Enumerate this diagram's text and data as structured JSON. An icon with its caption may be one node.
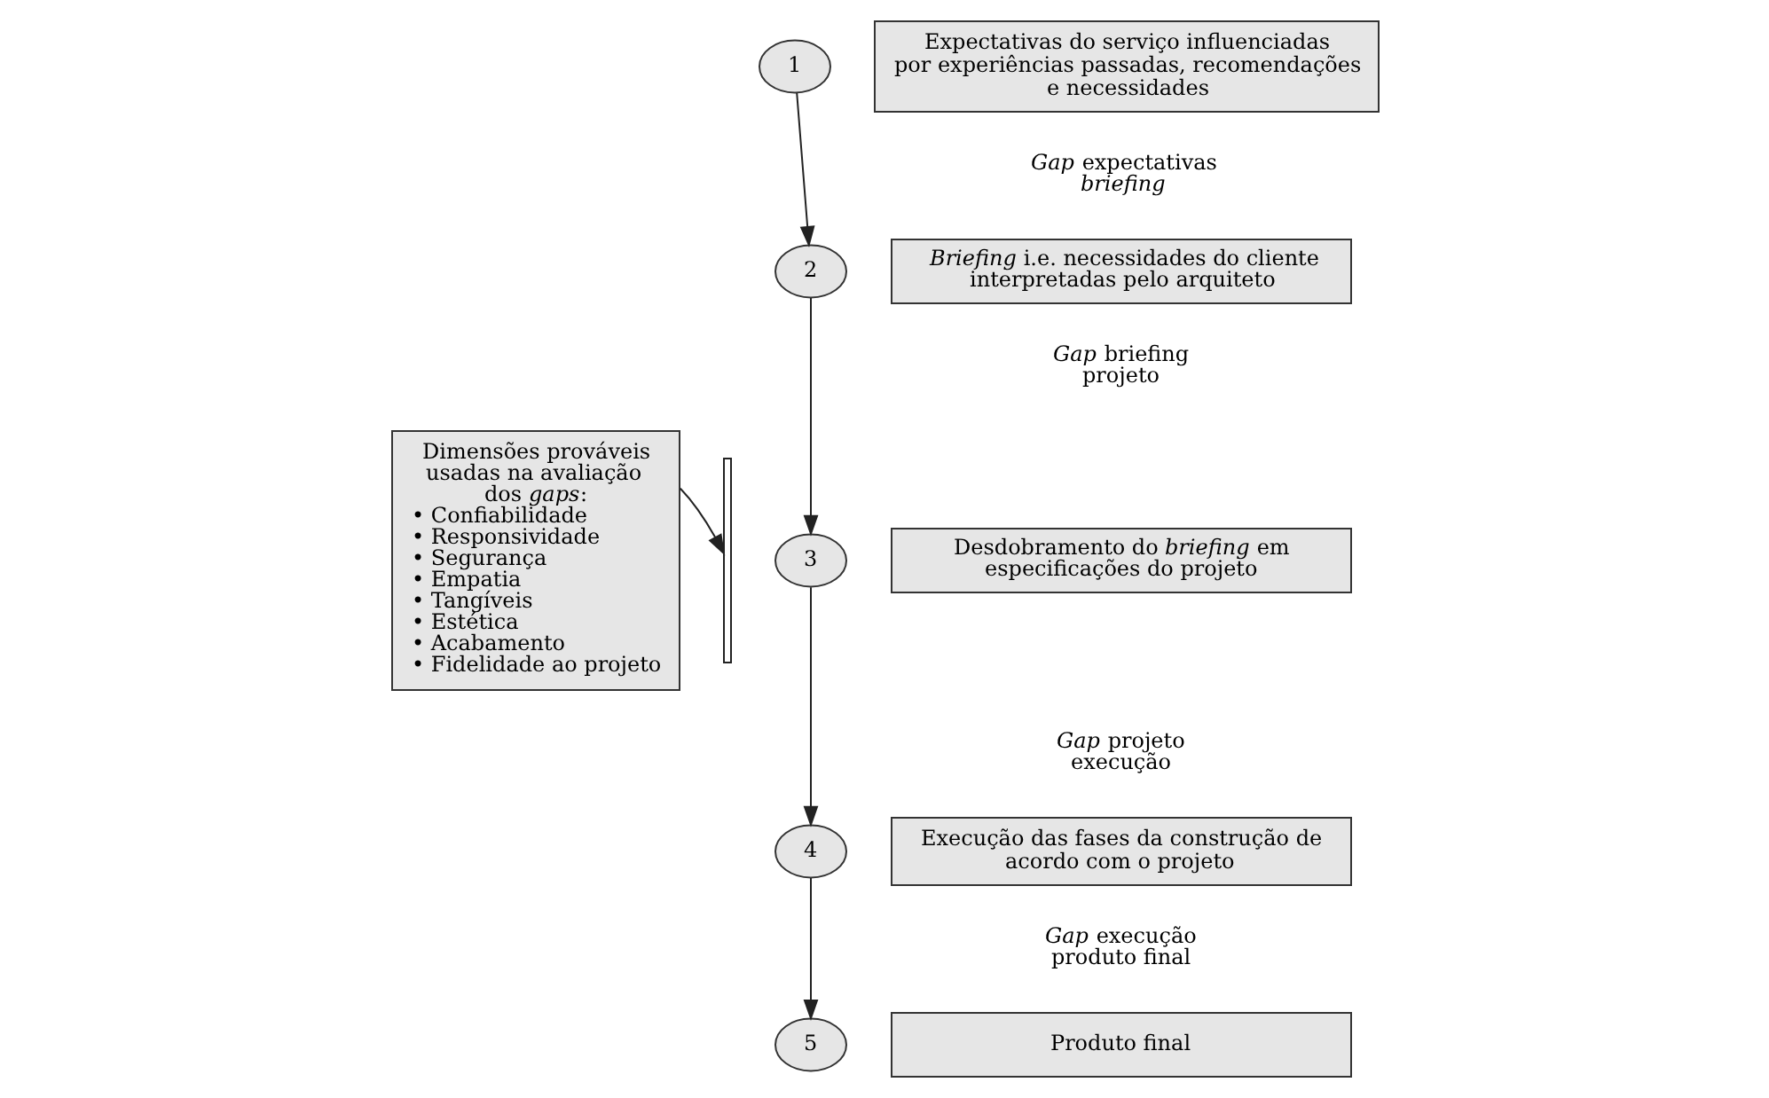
{
  "diagram": {
    "nodes": [
      {
        "text": [
          "Dimensões prováveis usadas na avaliação dos *gaps*:",
          "• Confiabilidade",
          "• Responsividade",
          "• Segurança",
          "• Empatia",
          "• Tangíveis",
          "• Estética",
          "• Acabamento",
          "• Fidelidade ao projeto"
        ]
      },
      {
        "text": [],
        "shape": "bracket"
      },
      {
        "text": [
          "1"
        ]
      },
      {
        "text": [
          "Expectativas do serviço influenciadas por experiências passadas, recomendações e necessidades"
        ]
      },
      {
        "text": [
          "2"
        ]
      },
      {
        "text": [
          "*Briefing* i.e. necessidades do cliente interpretadas pelo arquiteto"
        ]
      },
      {
        "text": [
          "3"
        ]
      },
      {
        "text": [
          "Desdobramento do *briefing* em especificações do projeto"
        ]
      },
      {
        "text": [
          "4"
        ]
      },
      {
        "text": [
          "Execução das fases da construção de acordo com o projeto"
        ]
      },
      {
        "text": [
          "5"
        ]
      },
      {
        "text": [
          "Produto final"
        ]
      }
    ],
    "edges": [
      {
        "from": 0,
        "to": 1,
        "arrow": "to"
      },
      {
        "from": 2,
        "to": 4,
        "arrow": "to"
      },
      {
        "from": 4,
        "to": 6,
        "arrow": "to"
      },
      {
        "from": 6,
        "to": 8,
        "arrow": "to"
      },
      {
        "from": 8,
        "to": 10,
        "arrow": "to"
      }
    ],
    "labels": [
      "*Gap* expectativas *briefing*",
      "*Gap* briefing projeto",
      "*Gap* projeto execução",
      "*Gap* execução produto final"
    ]
  }
}
